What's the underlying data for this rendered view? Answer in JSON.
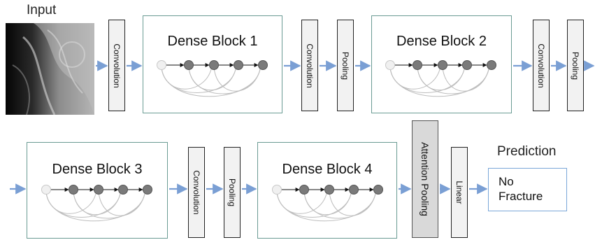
{
  "input_label": "Input",
  "prediction_label": "Prediction",
  "prediction_value": [
    "No",
    "Fracture"
  ],
  "blocks": [
    "Dense Block 1",
    "Dense Block 2",
    "Dense Block 3",
    "Dense Block 4"
  ],
  "layers": {
    "convolution": "Convolution",
    "pooling": "Pooling",
    "attention_pooling": "Attention Pooling",
    "linear": "Linear"
  },
  "colors": {
    "arrow": "#7a9fd4",
    "block_border": "#6a9b93",
    "node_fill": "#7a7a7a",
    "node_first": "#f0f0f0"
  }
}
